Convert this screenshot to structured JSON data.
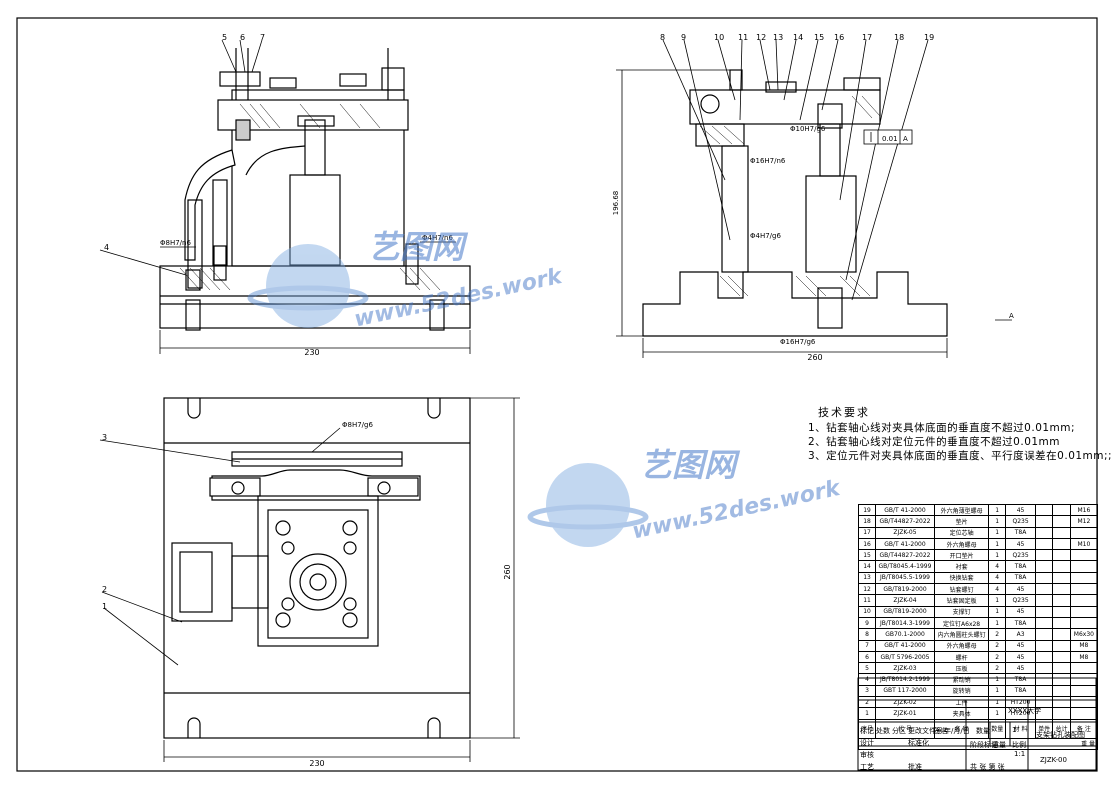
{
  "drawing": {
    "front_view": {
      "dims": {
        "width": "230",
        "fit_left": "Φ8H7/n6",
        "fit_right": "Φ4H7/n6"
      },
      "leaders": [
        "4",
        "5",
        "6",
        "7"
      ]
    },
    "side_view": {
      "dims": {
        "width": "260",
        "height": "196.68",
        "fit_1": "Φ10H7/g6",
        "fit_2": "Φ16H7/n6",
        "fit_3": "Φ4H7/g6",
        "fit_4": "Φ16H7/g6",
        "datum": "A",
        "tolerance": "0.01",
        "tolerance_datum": "A"
      },
      "leaders": [
        "8",
        "9",
        "10",
        "11",
        "12",
        "13",
        "14",
        "15",
        "16",
        "17",
        "18",
        "19"
      ]
    },
    "top_view": {
      "dims": {
        "width": "230",
        "height": "260",
        "fit": "Φ8H7/g6"
      },
      "leaders": [
        "1",
        "2",
        "3"
      ]
    }
  },
  "notes": {
    "title": "技术要求",
    "lines": [
      "1、钻套轴心线对夹具体底面的垂直度不超过0.01mm;",
      "2、钻套轴心线对定位元件的垂直度不超过0.01mm",
      "3、定位元件对夹具体底面的垂直度、平行度误差在0.01mm;;"
    ]
  },
  "watermark": {
    "brand": "艺图网",
    "url": "www.52des.work"
  },
  "bom": [
    [
      "19",
      "GB/T 41-2000",
      "外六角薄型螺母",
      "1",
      "45",
      "",
      "",
      "M16"
    ],
    [
      "18",
      "GB/T44827-2022",
      "垫片",
      "1",
      "Q235",
      "",
      "",
      "M12"
    ],
    [
      "17",
      "ZJZK-05",
      "定位芯轴",
      "1",
      "T8A",
      "",
      "",
      ""
    ],
    [
      "16",
      "GB/T 41-2000",
      "外六角螺母",
      "1",
      "45",
      "",
      "",
      "M10"
    ],
    [
      "15",
      "GB/T44827-2022",
      "开口垫片",
      "1",
      "Q235",
      "",
      "",
      ""
    ],
    [
      "14",
      "GB/T8045.4-1999",
      "衬套",
      "4",
      "T8A",
      "",
      "",
      ""
    ],
    [
      "13",
      "JB/T8045.5-1999",
      "快换钻套",
      "4",
      "T8A",
      "",
      "",
      ""
    ],
    [
      "12",
      "GB/T819-2000",
      "钻套螺钉",
      "4",
      "45",
      "",
      "",
      ""
    ],
    [
      "11",
      "ZJZK-04",
      "钻套固定板",
      "1",
      "Q235",
      "",
      "",
      ""
    ],
    [
      "10",
      "GB/T819-2000",
      "支撑钉",
      "1",
      "45",
      "",
      "",
      ""
    ],
    [
      "9",
      "JB/T8014.3-1999",
      "定位钉A6x28",
      "1",
      "T8A",
      "",
      "",
      ""
    ],
    [
      "8",
      "GB70.1-2000",
      "内六角圆柱头螺钉",
      "2",
      "A3",
      "",
      "",
      "M6x30"
    ],
    [
      "7",
      "GB/T 41-2000",
      "外六角螺母",
      "2",
      "45",
      "",
      "",
      "M8"
    ],
    [
      "6",
      "GB/T 5796-2005",
      "螺杆",
      "2",
      "45",
      "",
      "",
      "M8"
    ],
    [
      "5",
      "ZJZK-03",
      "压板",
      "2",
      "45",
      "",
      "",
      ""
    ],
    [
      "4",
      "JB/T8014.2-1999",
      "紧动销",
      "1",
      "T8A",
      "",
      "",
      ""
    ],
    [
      "3",
      "GBT 117-2000",
      "旋转销",
      "1",
      "T8A",
      "",
      "",
      ""
    ],
    [
      "2",
      "ZJZK-02",
      "工件",
      "1",
      "HT200",
      "",
      "",
      ""
    ],
    [
      "1",
      "ZJZK-01",
      "夹具体",
      "1",
      "HT200",
      "",
      "",
      ""
    ]
  ],
  "bom_header": [
    "序号",
    "代 号",
    "名 称",
    "数量",
    "材 料",
    "单件",
    "总计",
    "备 注"
  ],
  "bom_header_sub": "重 量",
  "title_block": {
    "school": "XXXX大学",
    "drawing_title": "支架钻孔装配图",
    "drawing_no": "ZJZK-00",
    "quantity_label": "数量",
    "quantity": "1",
    "scale_label": "比例",
    "scale": "1:1",
    "weight_label": "重量",
    "stage_label": "阶段标记",
    "sheets": "共 张 第 张",
    "rows": [
      "标记",
      "处数",
      "分区",
      "更改文件号",
      "签名",
      "年/月/日",
      "设计",
      "标准化",
      "审核",
      "工艺",
      "批准"
    ]
  }
}
